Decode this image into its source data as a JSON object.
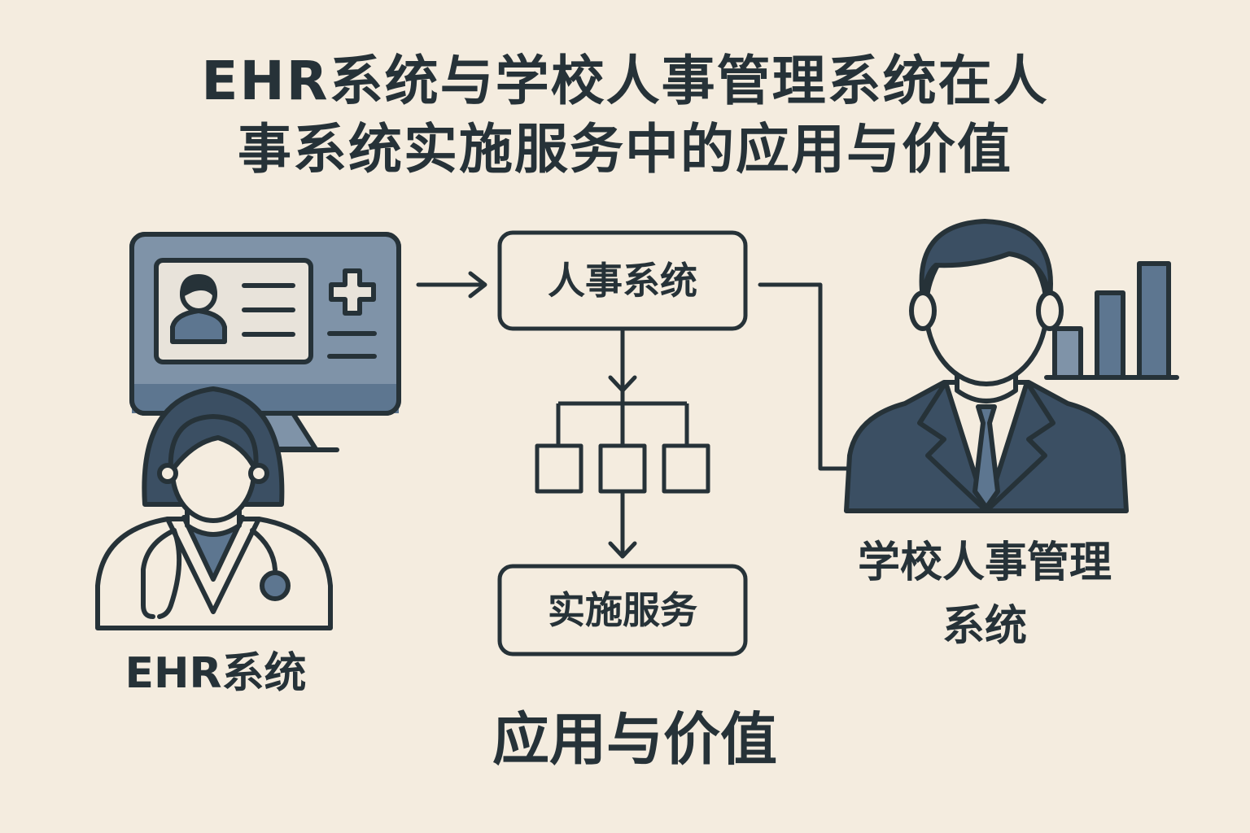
{
  "title": {
    "line1": "EHR系统与学校人事管理系统在人",
    "line2": "事系统实施服务中的应用与价值"
  },
  "nodes": {
    "hr_system": "人事系统",
    "implementation_service": "实施服务",
    "ehr_label": "EHR系统",
    "school_hr_line1": "学校人事管理",
    "school_hr_line2": "系统"
  },
  "bottom_label": "应用与价值",
  "icons": [
    "computer-monitor-icon",
    "medical-cross-icon",
    "profile-card-icon",
    "doctor-icon",
    "stethoscope-icon",
    "org-chart-icon",
    "businessman-icon",
    "bar-chart-icon"
  ],
  "colors": {
    "background": "#f4ecdf",
    "outline": "#263238",
    "slate": "#5d7690",
    "slate_light": "#7f93a8",
    "navy": "#3b4f63",
    "face": "#f4ecdf"
  }
}
